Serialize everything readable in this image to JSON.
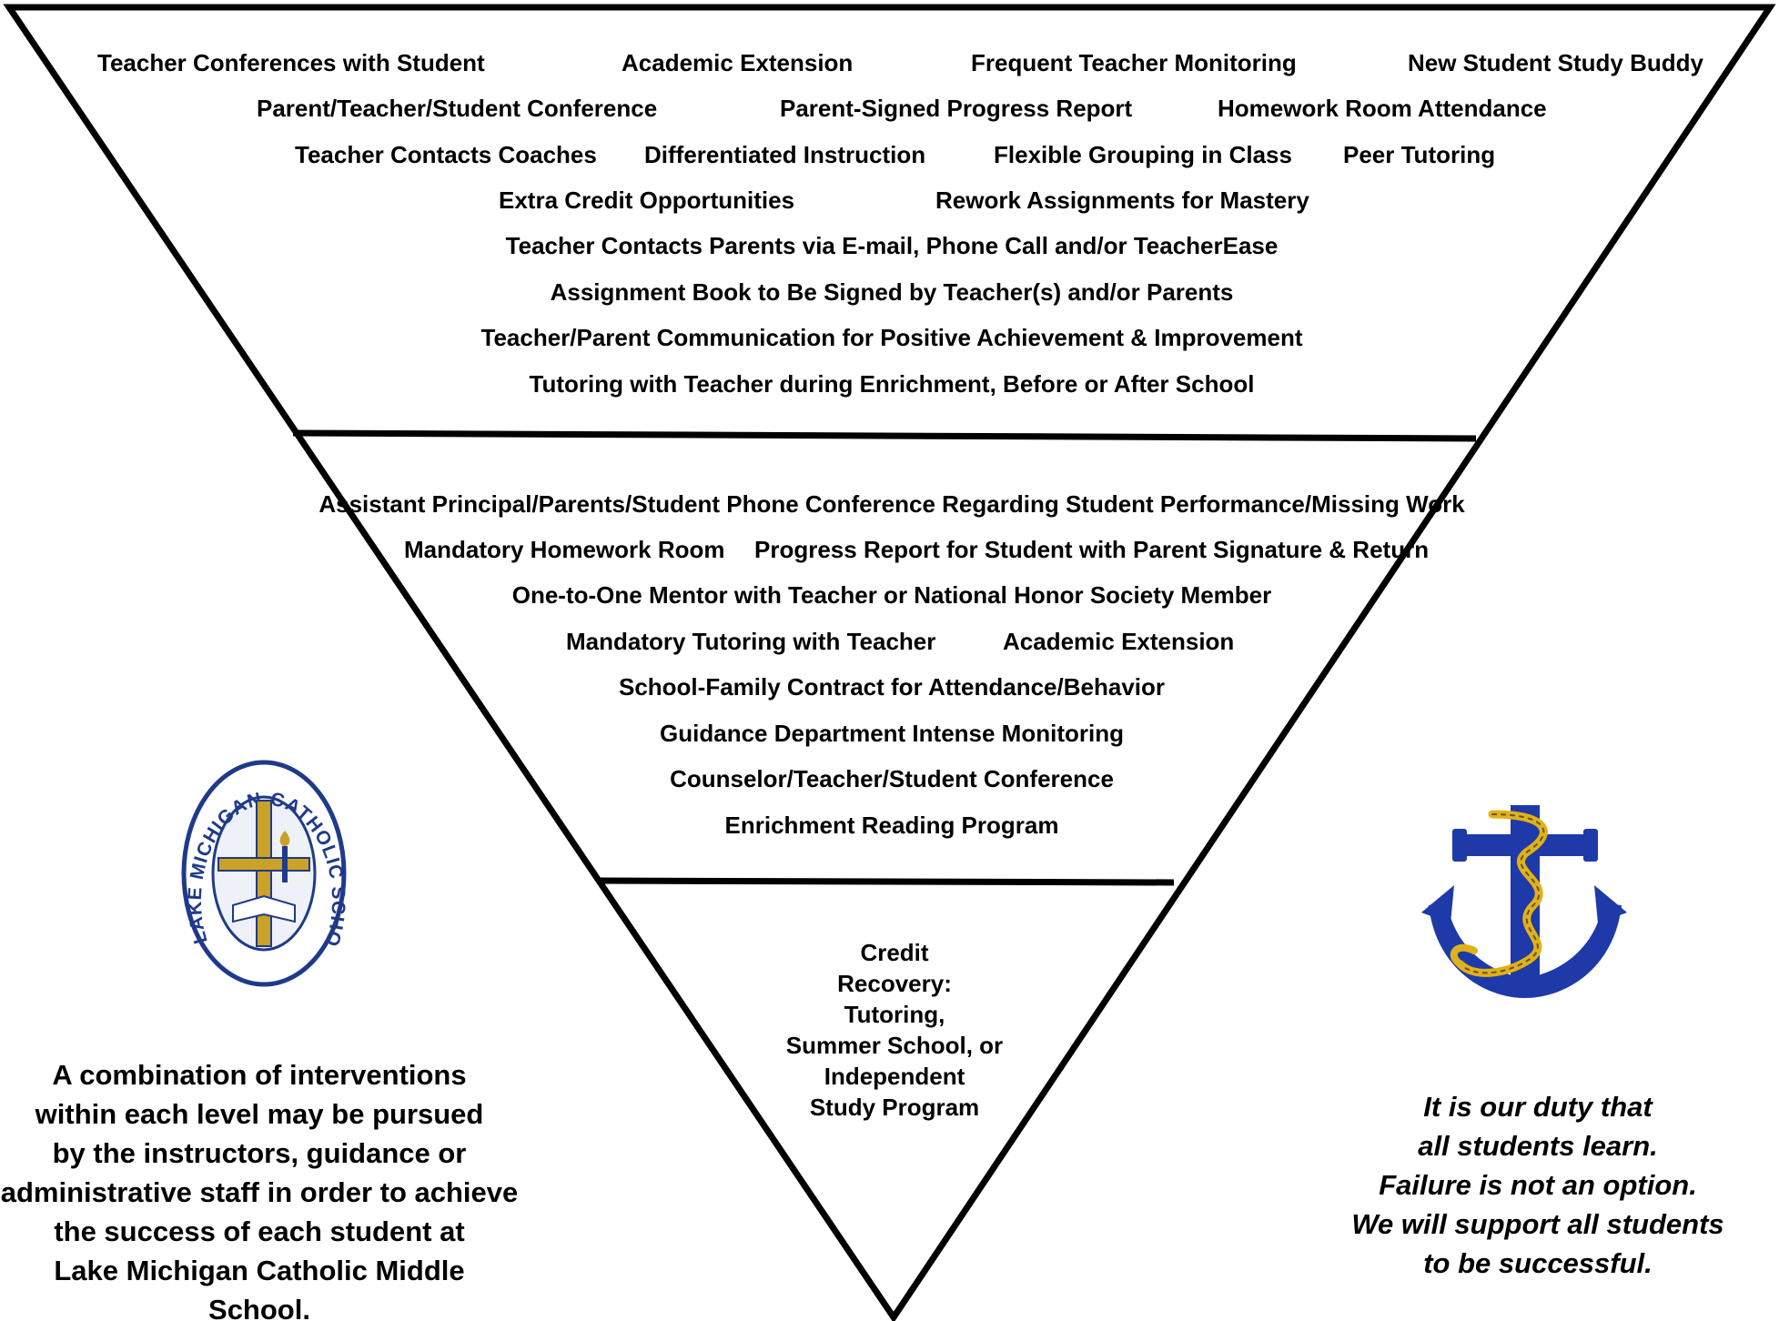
{
  "tier1": {
    "rows": [
      [
        "Teacher Conferences with Student",
        "Academic Extension",
        "Frequent Teacher Monitoring",
        "New Student Study Buddy"
      ],
      [
        "Parent/Teacher/Student Conference",
        "Parent-Signed Progress Report",
        "Homework Room Attendance"
      ],
      [
        "Teacher Contacts Coaches",
        "Differentiated Instruction",
        "Flexible Grouping in Class",
        "Peer Tutoring"
      ],
      [
        "Extra Credit Opportunities",
        "Rework Assignments for Mastery"
      ],
      [
        "Teacher Contacts Parents via E-mail, Phone Call and/or TeacherEase"
      ],
      [
        "Assignment Book to Be Signed by Teacher(s) and/or Parents"
      ],
      [
        "Teacher/Parent Communication for Positive Achievement & Improvement"
      ],
      [
        "Tutoring with Teacher during Enrichment, Before or After School"
      ]
    ]
  },
  "tier2": {
    "rows": [
      [
        "Assistant Principal/Parents/Student Phone Conference Regarding Student Performance/Missing Work"
      ],
      [
        "Mandatory Homework Room",
        "Progress Report for Student with Parent Signature & Return"
      ],
      [
        "One-to-One Mentor with Teacher or National Honor Society Member"
      ],
      [
        "Mandatory Tutoring with Teacher",
        "Academic Extension"
      ],
      [
        "School-Family Contract for Attendance/Behavior"
      ],
      [
        "Guidance Department Intense Monitoring"
      ],
      [
        "Counselor/Teacher/Student Conference"
      ],
      [
        "Enrichment Reading Program"
      ]
    ]
  },
  "tier3": {
    "lines": [
      "Credit",
      "Recovery:",
      "Tutoring,",
      "Summer School, or",
      "Independent",
      "Study Program"
    ]
  },
  "left_note": {
    "lines": [
      "A combination of interventions",
      "within each level may be pursued",
      "by the instructors, guidance or",
      "administrative staff in order to achieve",
      "the success of each student at",
      "Lake Michigan Catholic Middle School."
    ]
  },
  "right_note": {
    "lines": [
      "It is our duty that",
      "all students learn.",
      "Failure is not an option.",
      "We will support all students",
      "to be successful."
    ]
  },
  "logo": {
    "text": "LAKE MICHIGAN CATHOLIC SCHOOLS",
    "icon": "school-seal-icon",
    "navy": "#1f3a8a",
    "gold": "#c9a227"
  },
  "anchor": {
    "icon": "anchor-icon",
    "navy": "#1e3aa8",
    "gold": "#e0b21a"
  }
}
